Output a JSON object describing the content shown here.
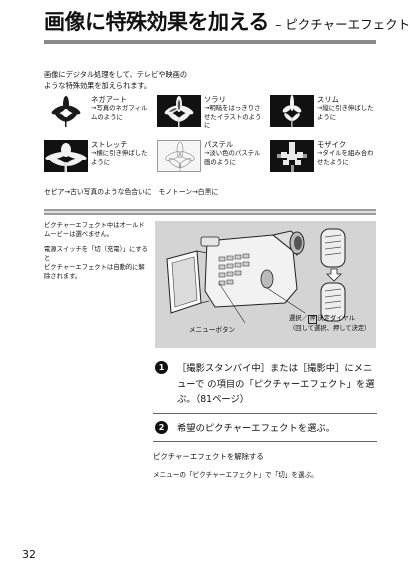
{
  "header": {
    "title": "画像に特殊効果を加える",
    "subtitle": "– ピクチャーエフェクト"
  },
  "intro": {
    "line1": "画像にデジタル処理をして、テレビや映画の",
    "line2": "ような特殊効果を加えられます。"
  },
  "effects": [
    {
      "name": "ネガアート",
      "desc": "→写真のネガフィルムのように"
    },
    {
      "name": "ソラリ",
      "desc": "→明暗をはっきりさせたイラストのように"
    },
    {
      "name": "スリム",
      "desc": "→縦に引き伸ばしたように"
    },
    {
      "name": "ストレッチ",
      "desc": "→横に引き伸ばしたように"
    },
    {
      "name": "パステル",
      "desc": "→淡い色のパステル画のように"
    },
    {
      "name": "モザイク",
      "desc": "→タイルを組み合わせたように"
    }
  ],
  "sepia_line": "セピア→古い写真のような色合いに　モノトーン→白黒に",
  "note": {
    "p1": "ピクチャーエフェクト中はオールドムービーは選べません。",
    "p2": "電源スイッチを「切（充電）」にすると",
    "p3": "ピクチャーエフェクトは自動的に解除されます。"
  },
  "illustration": {
    "menu_label": "メニューボタン",
    "dial_label1": "選択／",
    "dial_icon": "押",
    "dial_label2": "決定ダイヤル",
    "dial_label3": "（回して選択、押して決定）"
  },
  "steps": [
    {
      "number": "1",
      "text": "［撮影スタンバイ中］または［撮影中］にメニューで  の項目の「ピクチャーエフェクト」を選ぶ。（81ページ）",
      "icon": "camera-menu-icon"
    },
    {
      "number": "2",
      "text": "希望のピクチャーエフェクトを選ぶ。"
    }
  ],
  "cancel": {
    "heading": "ピクチャーエフェクトを解除する",
    "text": "メニューの「ピクチャーエフェクト」で「切」を選ぶ。"
  },
  "page_number": "32"
}
